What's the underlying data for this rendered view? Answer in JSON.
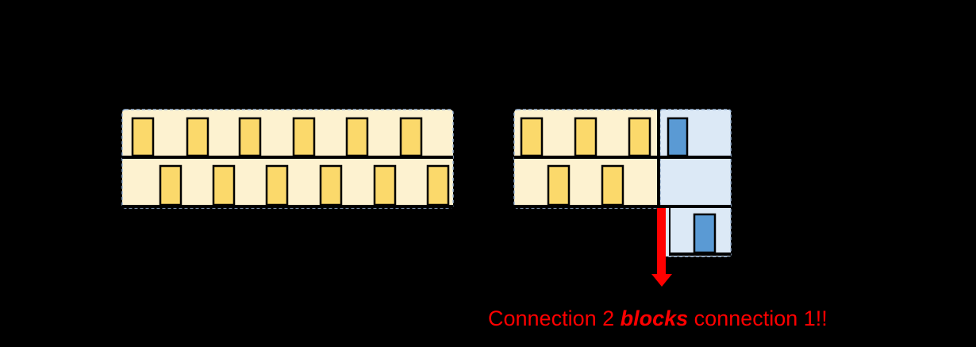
{
  "caption": {
    "prefix": "Connection 2 ",
    "emphasis": "blocks",
    "suffix": " connection 1!!"
  },
  "colors": {
    "background": "#000000",
    "conn1_fill": "#fdf2d0",
    "conn1_packet": "#fbd96b",
    "conn2_fill": "#dce9f6",
    "conn2_packet": "#5a9ad4",
    "block_arrow": "#ff0000",
    "caption": "#ff0000"
  }
}
